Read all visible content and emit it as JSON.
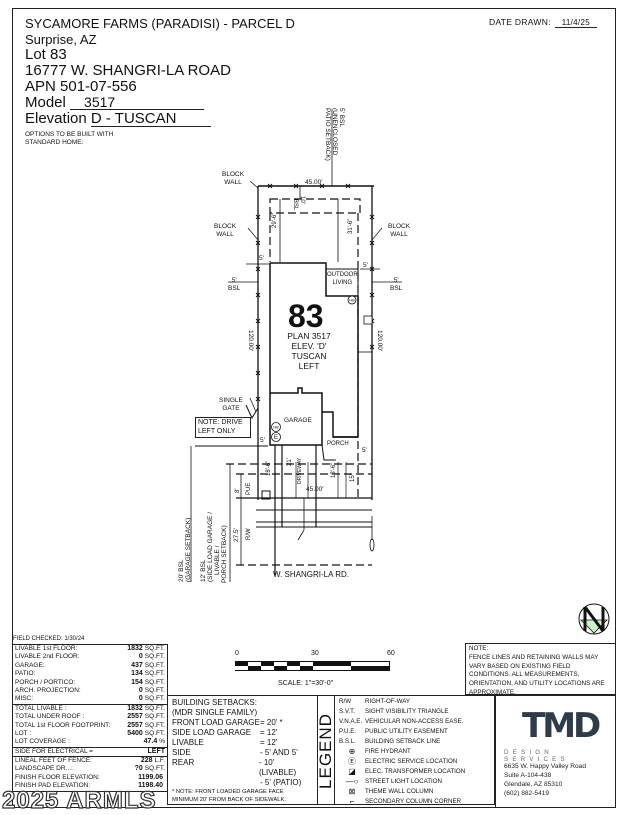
{
  "header": {
    "community": "SYCAMORE FARMS (PARADISI) - PARCEL D",
    "city": "Surprise, AZ",
    "lot": "Lot  83",
    "address": "16777 W. SHANGRI-LA ROAD",
    "apn": "APN  501-07-556",
    "model_label": "Model",
    "model_value": "3517",
    "elevation_label": "Elevation",
    "elevation_value": "D - TUSCAN",
    "options_line1": "OPTIONS TO BE BUILT WITH",
    "options_line2": "STANDARD HOME:",
    "date_label": "DATE  DRAWN:",
    "date_value": "11/4/25"
  },
  "plan": {
    "lot_number": "83",
    "plan_line1": "PLAN 3517",
    "plan_line2": "ELEV. 'D'",
    "plan_line3": "TUSCAN",
    "plan_line4": "LEFT",
    "rear_bsl": "5' BSL (UNENCLOSED PATIO SETBACK)",
    "block_wall": "BLOCK WALL",
    "block_wall_1": "BLOCK",
    "block_wall_2": "WALL",
    "lot_width_rear": "45.00'",
    "lot_width_front": "45.00'",
    "lot_depth": "120.00'",
    "rear_setback": "10' BSL",
    "dim_left_rear": "29'-6\"",
    "dim_right_rear": "31'-6\"",
    "side_setback": "5'",
    "bsl": "BSL",
    "outdoor_living_1": "OUTDOOR",
    "outdoor_living_2": "LIVING",
    "garage": "GARAGE",
    "porch": "PORCH",
    "single_gate_1": "SINGLE",
    "single_gate_2": "GATE",
    "note_drive": "NOTE: DRIVE LEFT ONLY",
    "driveway": "DRIVEWAY",
    "driveway_width": "21'",
    "dim_18_6": "18'-6\"",
    "dim_13_6": "13'-6\"",
    "dim_15": "15'",
    "pue_dim": "8'",
    "pue": "PUE",
    "rw_dim": "27.5'",
    "rw": "R/W",
    "garage_setback": "20' BSL (GARAGE SETBACK)",
    "side_load_setback": "12' BSL (SIDE LOAD GARAGE / LIVABLE / PORCH SETBACK)",
    "street": "W. SHANGRI-LA RD.",
    "hb": "HB",
    "e": "E"
  },
  "field_checked": "FIELD CHECKED: 1/30/24",
  "stats": {
    "area_rows": [
      {
        "label": "LIVABLE 1st FLOOR:",
        "value": "1832",
        "unit": "SQ.FT."
      },
      {
        "label": "LIVABLE 2nd FLOOR:",
        "value": "0",
        "unit": "SQ.FT."
      },
      {
        "label": "GARAGE:",
        "value": "437",
        "unit": "SQ.FT."
      },
      {
        "label": "PATIO:",
        "value": "134",
        "unit": "SQ.FT."
      },
      {
        "label": "PORCH / PORTICO:",
        "value": "154",
        "unit": "SQ.FT."
      },
      {
        "label": "ARCH. PROJECTION:",
        "value": "0",
        "unit": "SQ.FT."
      },
      {
        "label": "MISC:",
        "value": "0",
        "unit": "SQ.FT."
      }
    ],
    "total_rows": [
      {
        "label": "TOTAL LIVABLE :",
        "value": "1832",
        "unit": "SQ.FT."
      },
      {
        "label": "TOTAL UNDER ROOF :",
        "value": "2557",
        "unit": "SQ.FT."
      },
      {
        "label": "TOTAL 1st FLOOR FOOTPRINT:",
        "value": "2557",
        "unit": "SQ.FT."
      },
      {
        "label": "LOT :",
        "value": "5400",
        "unit": "SQ.FT."
      },
      {
        "label": "LOT COVERAGE :",
        "value": "47.4",
        "unit": "%"
      }
    ],
    "electrical": {
      "label": "SIDE FOR ELECTRICAL =",
      "value": "LEFT"
    },
    "bottom_rows": [
      {
        "label": "LINEAL FEET OF FENCE:",
        "value": "228",
        "unit": "L.F."
      },
      {
        "label": "LANDSCAPE DR...:",
        "value": "?0",
        "unit": "SQ.FT."
      },
      {
        "label": "FINISH FLOOR ELEVATION:",
        "value": "1199.06",
        "unit": ""
      },
      {
        "label": "FINISH PAD ELEVATION:",
        "value": "1198.40",
        "unit": ""
      }
    ]
  },
  "scale": {
    "tick0": "0",
    "tick30": "30",
    "tick60": "60",
    "caption": "SCALE:  1\"=30'-0\""
  },
  "setbacks": {
    "title1": "BUILDING SETBACKS:",
    "title2": "(MDR SINGLE FAMILY)",
    "rows": [
      {
        "label": "FRONT LOAD GARAGE",
        "value": "= 20' *"
      },
      {
        "label": "SIDE LOAD GARAGE",
        "value": "= 12'"
      },
      {
        "label": "LIVABLE",
        "value": "= 12'"
      },
      {
        "label": "SIDE",
        "value": "- 5' AND 5'"
      },
      {
        "label": "REAR",
        "value": "- 10' (LIVABLE)"
      },
      {
        "label": "",
        "value": "- 5' (PATIO)"
      }
    ],
    "note1": "* NOTE: FRONT LOADED GARAGE FACE",
    "note2": "MINIMUM 20' FROM BACK OF SIDEWALK."
  },
  "legend": {
    "title": "LEGEND",
    "items": [
      {
        "key": "R/W",
        "text": "RIGHT-OF-WAY"
      },
      {
        "key": "S.V.T.",
        "text": "SIGHT VISIBILITY TRIANGLE"
      },
      {
        "key": "V.N.A.E.",
        "text": "VEHICULAR NON-ACCESS EASE."
      },
      {
        "key": "P.U.E.",
        "text": "PUBLIC UTILITY EASEMENT"
      },
      {
        "key": "B.S.L.",
        "text": "BUILDING SETBACK LINE"
      },
      {
        "key": "fire-hydrant-icon",
        "glyph": "⊕",
        "text": "FIRE HYDRANT"
      },
      {
        "key": "electric-service-icon",
        "glyph": "Ⓔ",
        "text": "ELECTRIC SERVICE LOCATION"
      },
      {
        "key": "transformer-icon",
        "glyph": "◪",
        "text": "ELEC. TRANSFORMER LOCATION"
      },
      {
        "key": "street-light-icon",
        "glyph": "—○",
        "text": "STREET LIGHT LOCATION"
      },
      {
        "key": "theme-wall-column-icon",
        "glyph": "⊠",
        "text": "THEME WALL COLUMN"
      },
      {
        "key": "secondary-column-icon",
        "glyph": "⌐",
        "text": "SECONDARY COLUMN CORNER"
      }
    ]
  },
  "note": {
    "title": "NOTE:",
    "text": "FENCE LINES AND RETAINING WALLS MAY VARY BASED ON EXISTING FIELD CONDITIONS.  ALL MEASUREMENTS, ORIENTATION, AND UTILITY LOCATIONS ARE APPROXIMATE."
  },
  "company": {
    "logo": "TMD",
    "subtitle": "DESIGN SERVICES",
    "address1": "6635 W. Happy Valley Road",
    "address2": "Suite A-104-438",
    "address3": "Glendale, AZ 85310",
    "phone": "(602) 882-5419",
    "logo_color": "#2f3b48"
  },
  "watermark": "2025 ARMLS",
  "north_arrow_color": "#ccf0c8"
}
